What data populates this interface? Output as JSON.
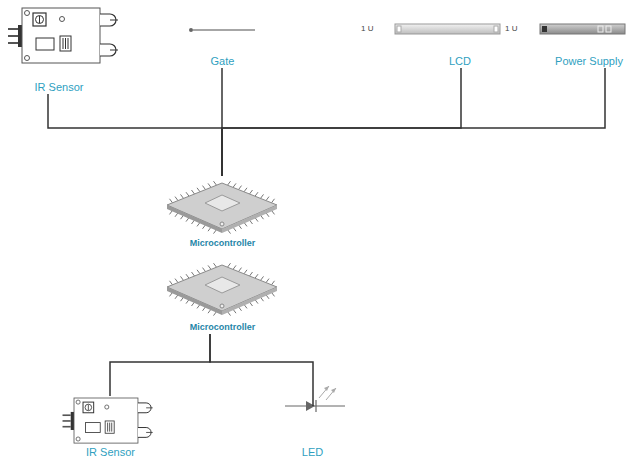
{
  "diagram": {
    "nodes": [
      {
        "text": [
          "IR Sensor"
        ]
      },
      {
        "text": [
          "Gate"
        ]
      },
      {
        "text": [
          "LCD"
        ]
      },
      {
        "text": [
          "Power Supply"
        ]
      },
      {
        "text": [
          "Microcontroller"
        ]
      },
      {
        "text": [
          "Microcontroller"
        ]
      },
      {
        "text": [
          "IR Sensor"
        ]
      },
      {
        "text": [
          "LED"
        ]
      }
    ],
    "edges": [
      {
        "from": 0,
        "to": 4,
        "arrow": "none"
      },
      {
        "from": 1,
        "to": 4,
        "arrow": "none"
      },
      {
        "from": 2,
        "to": 4,
        "arrow": "none"
      },
      {
        "from": 3,
        "to": 4,
        "arrow": "none"
      },
      {
        "from": 5,
        "to": 6,
        "arrow": "none"
      },
      {
        "from": 5,
        "to": 7,
        "arrow": "none"
      }
    ],
    "labels": [
      "1 U",
      "1 U"
    ]
  }
}
